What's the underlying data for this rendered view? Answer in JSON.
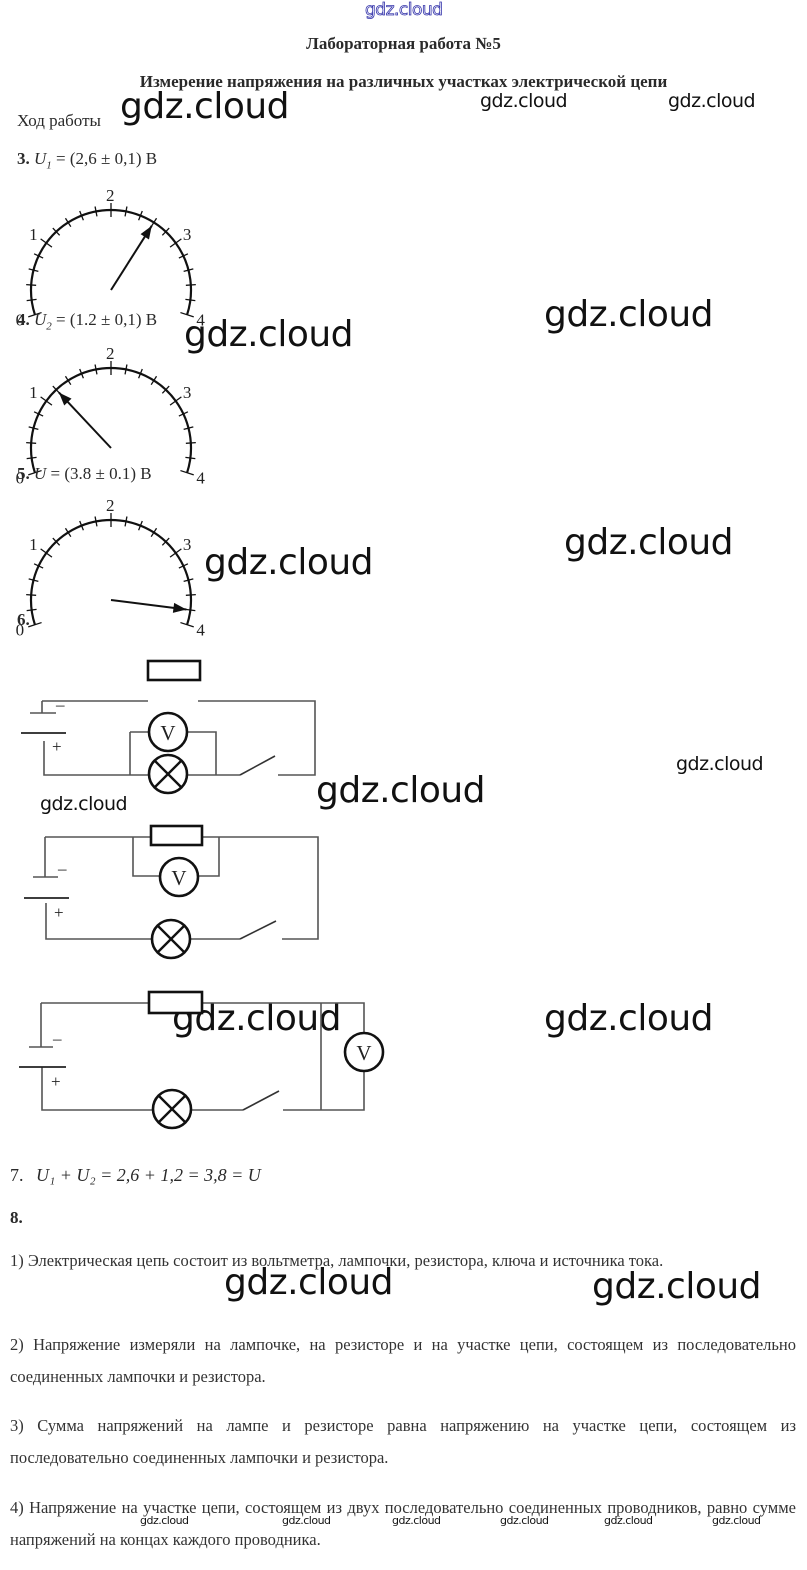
{
  "watermarks": {
    "top": "gdz.cloud",
    "text": "gdz.cloud"
  },
  "header": {
    "title": "Лабораторная работа №5",
    "subtitle": "Измерение напряжения на различных участках электрической цепи",
    "progress_label": "Ход работы"
  },
  "steps": {
    "s3": {
      "num": "3.",
      "var": "U",
      "sub": "1",
      "expr": " = (2,6 ± 0,1) В",
      "reading": 2.6
    },
    "s4": {
      "num": "4.",
      "var": "U",
      "sub": "2",
      "expr": " = (1.2 ± 0,1) В",
      "reading": 1.2
    },
    "s5": {
      "num": "5.",
      "var": "U",
      "sub": "",
      "expr": " = (3.8 ± 0.1) В",
      "reading": 3.8
    },
    "s6": {
      "num": "6."
    },
    "s7": {
      "num": "7.",
      "formula": "U₁ + U₂ = 2,6 + 1,2 = 3,8 = U"
    },
    "s8": {
      "num": "8."
    }
  },
  "gauge": {
    "scale_labels": [
      "0",
      "1",
      "2",
      "3",
      "4"
    ],
    "min": 0,
    "max": 4,
    "minor_divisions": 5
  },
  "circuit": {
    "voltmeter_label": "V",
    "minus": "–",
    "plus": "+"
  },
  "conclusions": [
    "1) Электрическая цепь состоит из вольтметра, лампочки, резистора, ключа и источника тока.",
    "2) Напряжение измеряли на лампочке, на резисторе и на участке цепи, состоящем из последовательно соединенных лампочки и резистора.",
    "3) Сумма напряжений на лампе и резисторе равна напряжению на участке цепи, состоящем из последовательно соединенных лампочки и резистора.",
    "4) Напряжение на участке цепи, состоящем из двух последовательно соединенных проводников, равно сумме напряжений на концах каждого проводника."
  ]
}
